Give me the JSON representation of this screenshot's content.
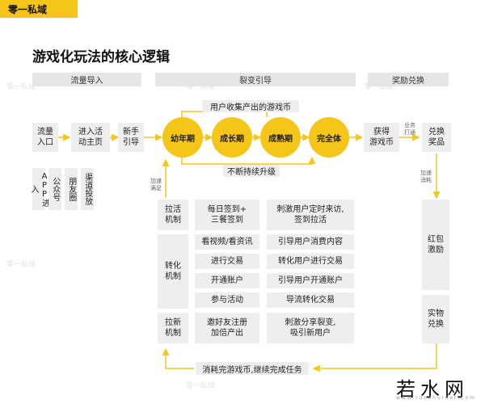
{
  "brand": {
    "logo_text": "零一私域",
    "watermark_text": "零一私域",
    "bottom_logo": "若水网",
    "bottom_sub": "www.ruoshuinet.com"
  },
  "title": "游戏化玩法的核心逻辑",
  "sections": {
    "traffic": "流量导入",
    "fission": "裂变引导",
    "reward": "奖励兑换"
  },
  "traffic": {
    "entry": "流量\n入口",
    "activity": "进入活\n动主页",
    "novice": "新手\n引导",
    "channels": [
      "APP进入",
      "公众号",
      "朋友圈",
      "渠道投放"
    ]
  },
  "fission": {
    "top_label": "用户收集产出的游戏币",
    "stages": [
      "幼年期",
      "成长期",
      "成熟期",
      "完全体"
    ],
    "bottom_label": "不断持续升级",
    "side_label": "加速\n满足",
    "mechanisms": [
      {
        "name": "拉活\n机制",
        "rows": [
          {
            "action": "每日签到+\n三餐签到",
            "effect": "刺激用户定时来访,\n签到拉活"
          }
        ]
      },
      {
        "name": "转化\n机制",
        "rows": [
          {
            "action": "看视频/看资讯",
            "effect": "引导用户消费内容"
          },
          {
            "action": "进行交易",
            "effect": "转化用户进行交易"
          },
          {
            "action": "开通账户",
            "effect": "引导用户开通账户"
          },
          {
            "action": "参与活动",
            "effect": "导流转化交易"
          }
        ]
      },
      {
        "name": "拉新\n机制",
        "rows": [
          {
            "action": "邀好友注册\n加倍产出",
            "effect": "刺激分享裂变,\n吸引新用户"
          }
        ]
      }
    ]
  },
  "reward": {
    "obtain": "获得\n游戏币",
    "exchange": "兑换\n奖品",
    "label_business": "业务\n打通",
    "label_speed": "加速\n消耗",
    "redpacket": "红包\n激励",
    "physical": "实物\n兑换"
  },
  "bottom_loop": "消耗完游戏币,继续完成任务",
  "colors": {
    "accent": "#F5C518",
    "box": "#eeeeee",
    "header": "#e6e6e6",
    "arrow": "#F5C518"
  }
}
